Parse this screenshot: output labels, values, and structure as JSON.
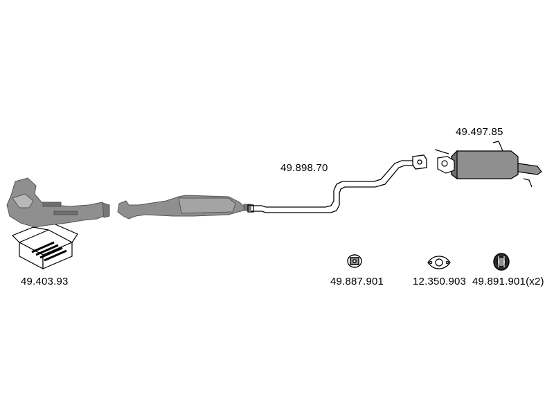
{
  "colors": {
    "background": "#ffffff",
    "grey_part": "#8f8f8f",
    "grey_dark": "#555555",
    "outline": "#000000"
  },
  "parts": [
    {
      "id": "manifold-kit",
      "label": "49.403.93",
      "icon": "manifold-pipe-with-kit-box"
    },
    {
      "id": "center-pipe",
      "label": "49.898.70",
      "icon": "center-pipe"
    },
    {
      "id": "rear-silencer",
      "label": "49.497.85",
      "icon": "rear-silencer"
    },
    {
      "id": "rubber-mount",
      "label": "49.887.901",
      "icon": "rubber-mount"
    },
    {
      "id": "gasket",
      "label": "12.350.903",
      "icon": "flange-gasket"
    },
    {
      "id": "hanger",
      "label": "49.891.901(x2)",
      "icon": "rubber-hanger"
    }
  ]
}
